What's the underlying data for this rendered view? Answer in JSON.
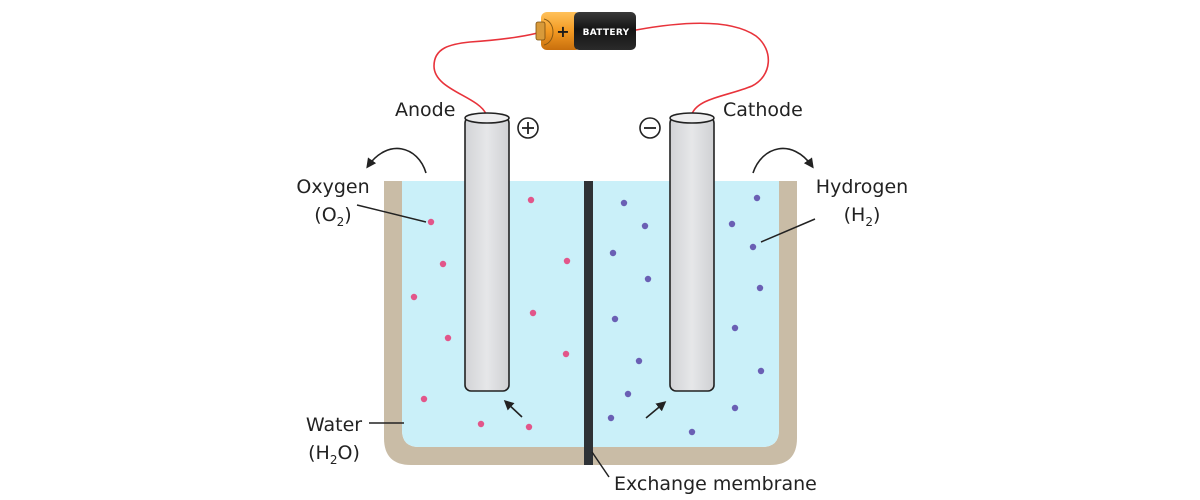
{
  "labels": {
    "battery": "BATTERY",
    "anode": "Anode",
    "cathode": "Cathode",
    "oxygen": "Oxygen",
    "oxygen_formula_open": "(O",
    "oxygen_formula_sub": "2",
    "oxygen_formula_close": ")",
    "hydrogen": "Hydrogen",
    "hydrogen_formula_open": "(H",
    "hydrogen_formula_sub": "2",
    "hydrogen_formula_close": ")",
    "water": "Water",
    "water_formula_open": "(H",
    "water_formula_sub": "2",
    "water_formula_close": "O)",
    "membrane": "Exchange membrane",
    "anode_sign": "+",
    "cathode_sign": "−",
    "battery_sign": "+"
  },
  "colors": {
    "water": "#caf0f9",
    "container": "#c9bca6",
    "electrode": "#dedfe1",
    "electrode_stroke": "#222222",
    "membrane": "#2e3236",
    "wire": "#e8333b",
    "oxygen_bubble": "#e2568a",
    "hydrogen_bubble": "#6a5fb4",
    "battery_body": "#1b1b1b",
    "battery_cap": "#f39a23"
  },
  "icons": {
    "anode_terminal": "plus-circle-icon",
    "cathode_terminal": "minus-circle-icon",
    "gas_release": "curved-arrow-icon",
    "migration": "diagonal-arrow-icon"
  }
}
